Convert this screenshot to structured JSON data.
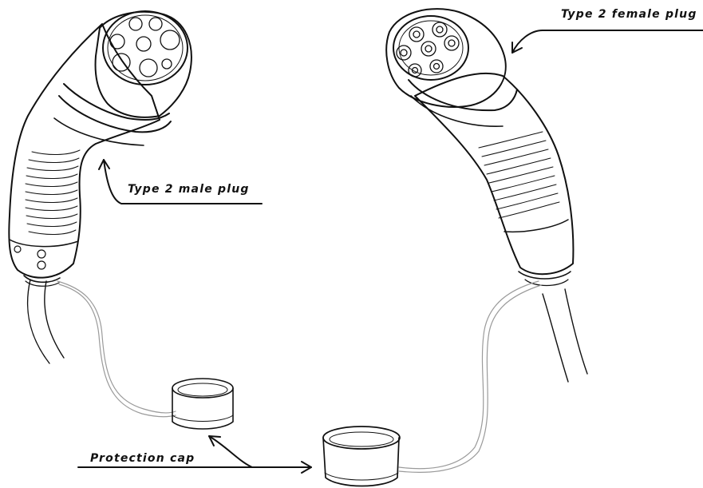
{
  "labels": {
    "female_plug": "Type 2 female plug",
    "male_plug": "Type 2 male plug",
    "protection_cap": "Protection cap"
  },
  "colors": {
    "line": "#111111",
    "light_line": "#9a9a9a",
    "background": "#ffffff"
  }
}
